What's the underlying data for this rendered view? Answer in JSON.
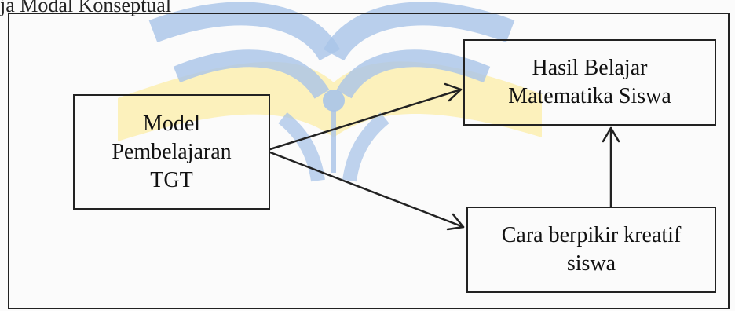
{
  "header_text": "ja Modal Konseptual",
  "nodes": {
    "model": "Model\nPembelajaran\nTGT",
    "hasil": "Hasil Belajar\nMatematika Siswa",
    "cara": "Cara berpikir kreatif\nsiswa"
  },
  "edges": [
    {
      "from": "model",
      "to": "hasil"
    },
    {
      "from": "model",
      "to": "cara"
    },
    {
      "from": "cara",
      "to": "hasil"
    }
  ],
  "colors": {
    "watermark_blue": "#a9c4e8",
    "watermark_yellow": "#fbeeb0",
    "line": "#222222"
  }
}
